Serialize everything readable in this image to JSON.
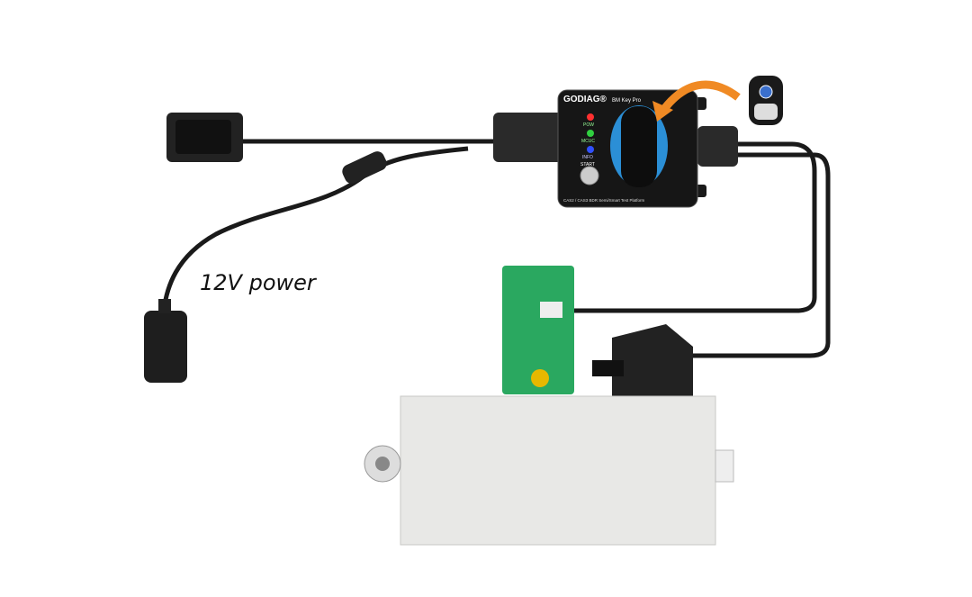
{
  "labels": {
    "power": "12V power"
  },
  "device": {
    "brand": "GODIAG®",
    "model": "BM Key Pro",
    "leds": [
      "POW",
      "MCUC",
      "INFO"
    ],
    "start_label": "START",
    "footer": "CAS2 / CAS3 BDR Semi/Smart Test Platform",
    "led_colors": [
      "#ff3030",
      "#30d040",
      "#3050ff"
    ],
    "accent": "#f08a24",
    "dial_color": "#2b8fd6"
  }
}
